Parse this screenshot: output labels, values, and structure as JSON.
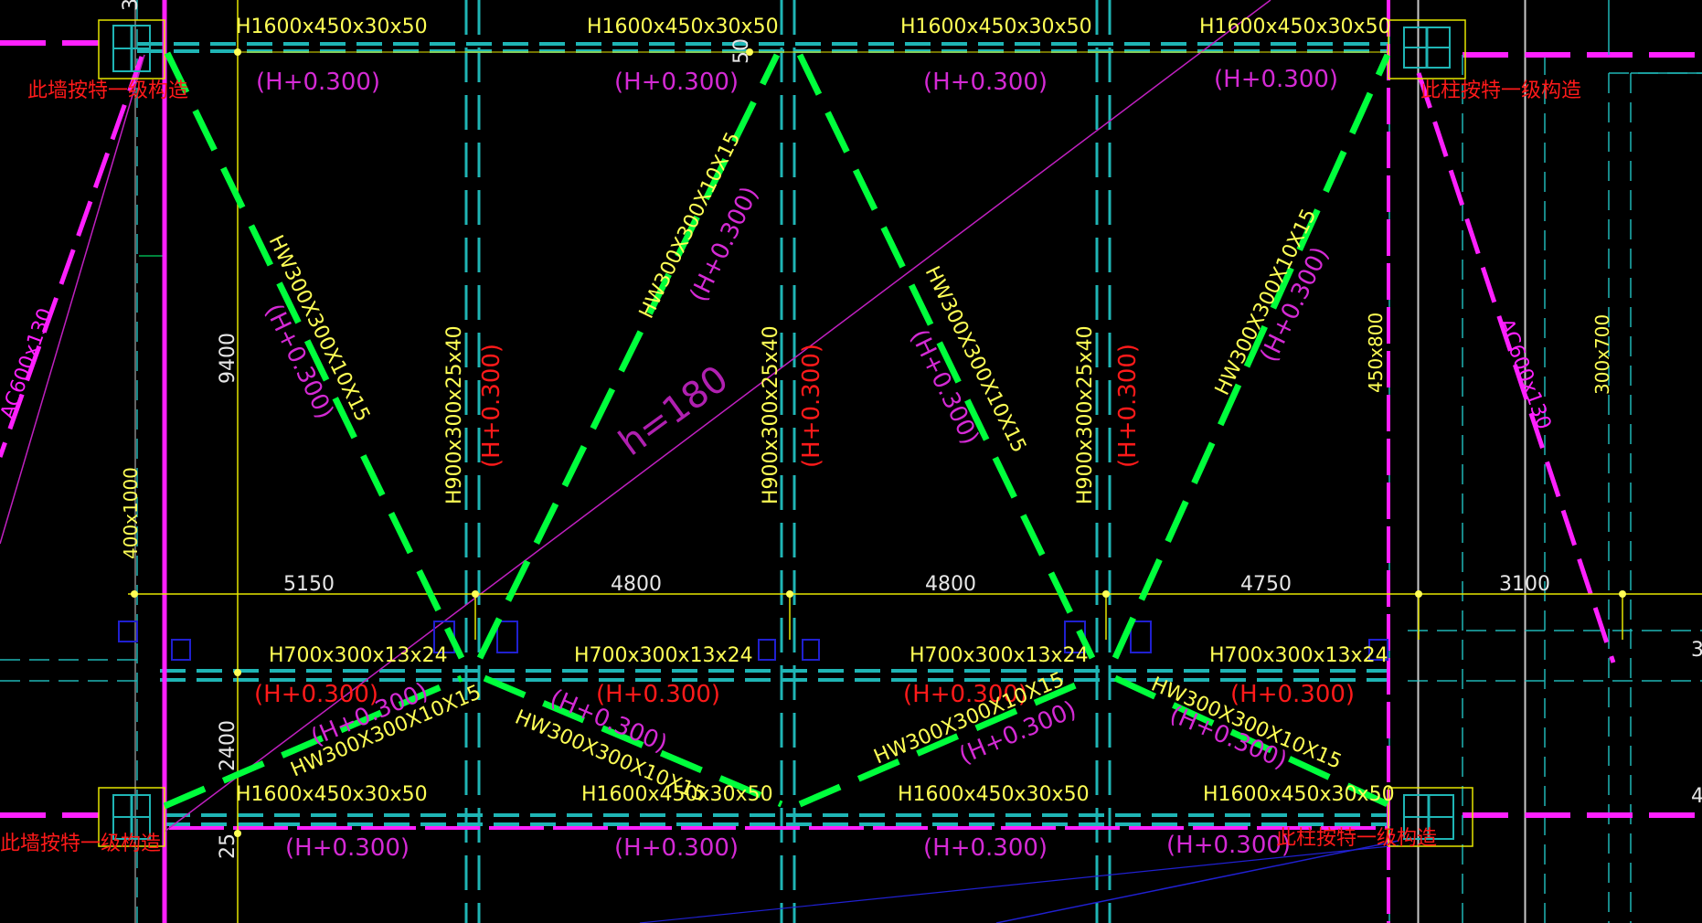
{
  "colors": {
    "background": "#000000",
    "beam_green": "#00ff3c",
    "grid_cyan": "#1fb5b5",
    "label_yellow": "#ffff55",
    "label_magenta": "#d42ad4",
    "label_red": "#ff1a1a",
    "magenta_line": "#ff20ff",
    "yellow_line": "#e6e600",
    "white_line": "#c8c8c8",
    "blue_box": "#1a1ab4"
  },
  "labels": {
    "top_beam": "H1600x450x30x50",
    "bottom_beam": "H1600x450x30x50",
    "mid_beam": "H700x300x13x24",
    "column": "H900x300x25x40",
    "brace": "HW300X300X10X15",
    "elev_magenta": "(H+0.300)",
    "elev_red": "(H+0.300)",
    "wall_note": "此墙按特一级构造",
    "column_note": "此柱按特一级构造",
    "hatch_label": "h=180",
    "right_col_a": "450x800",
    "right_col_b": "300x700",
    "right_diag": "AC600x130",
    "left_diag": "AC600x130",
    "left_col": "400x1000",
    "dim_9400": "9400",
    "dim_2400": "2400",
    "dim_25": "25",
    "dim_50": "50",
    "dim_5150": "5150",
    "dim_4800a": "4800",
    "dim_4800b": "4800",
    "dim_4750": "4750",
    "dim_3100": "3100",
    "edge_3a": "3",
    "edge_3b": "3",
    "edge_4": "4"
  }
}
